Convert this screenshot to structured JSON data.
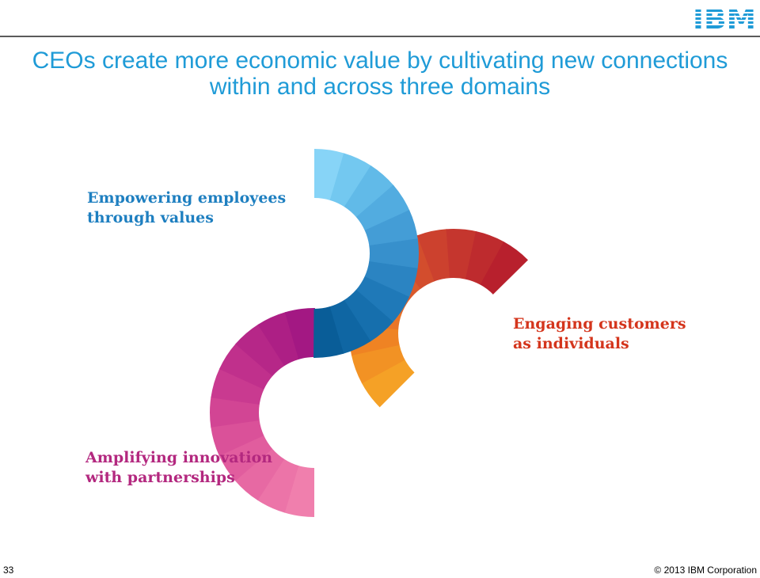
{
  "header": {
    "logo_text": "IBM",
    "title_line1": "CEOs create more economic value by cultivating new connections",
    "title_line2": "within and across three domains"
  },
  "diagram": {
    "domains": [
      {
        "id": "employees",
        "label_line1": "Empowering employees",
        "label_line2": "through values",
        "colors": [
          "#87d4f7",
          "#73c8f0",
          "#61bae8",
          "#52ace0",
          "#449dd6",
          "#3790cc",
          "#2b84c2",
          "#1f79b8",
          "#166fad",
          "#0f66a3",
          "#095d98"
        ]
      },
      {
        "id": "customers",
        "label_line1": "Engaging customers",
        "label_line2": "as individuals",
        "colors": [
          "#f5a126",
          "#f29224",
          "#ef8323",
          "#e97528",
          "#e2672a",
          "#da5a2c",
          "#d34d2d",
          "#cc412e",
          "#c5362e",
          "#be2b2e",
          "#b8202d"
        ]
      },
      {
        "id": "innovation",
        "label_line1": "Amplifying innovation",
        "label_line2": "with partnerships",
        "colors": [
          "#f07fad",
          "#ec74a8",
          "#e769a3",
          "#e15d9e",
          "#da5199",
          "#d24594",
          "#c93a90",
          "#c0308c",
          "#b62788",
          "#ad1f85",
          "#a31883"
        ]
      }
    ]
  },
  "footer": {
    "page_number": "33",
    "copyright": "© 2013 IBM Corporation"
  }
}
